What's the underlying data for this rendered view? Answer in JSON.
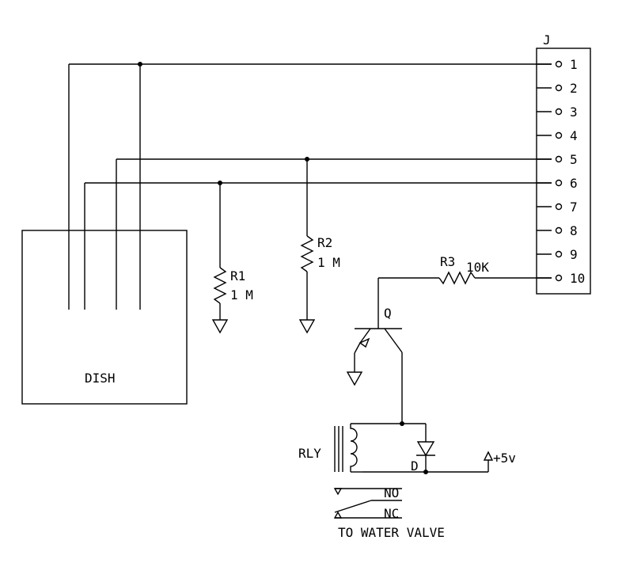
{
  "connector": {
    "ref": "J",
    "pins": [
      "1",
      "2",
      "3",
      "4",
      "5",
      "6",
      "7",
      "8",
      "9",
      "10"
    ]
  },
  "dish_label": "DISH",
  "r1": {
    "ref": "R1",
    "value": "1 M"
  },
  "r2": {
    "ref": "R2",
    "value": "1 M"
  },
  "r3": {
    "ref": "R3",
    "value": "10K"
  },
  "transistor": {
    "ref": "Q"
  },
  "relay": {
    "ref": "RLY",
    "contact_no": "NO",
    "contact_nc": "NC"
  },
  "diode": {
    "ref": "D"
  },
  "supply": {
    "label": "+5v"
  },
  "output_label": "TO WATER VALVE"
}
